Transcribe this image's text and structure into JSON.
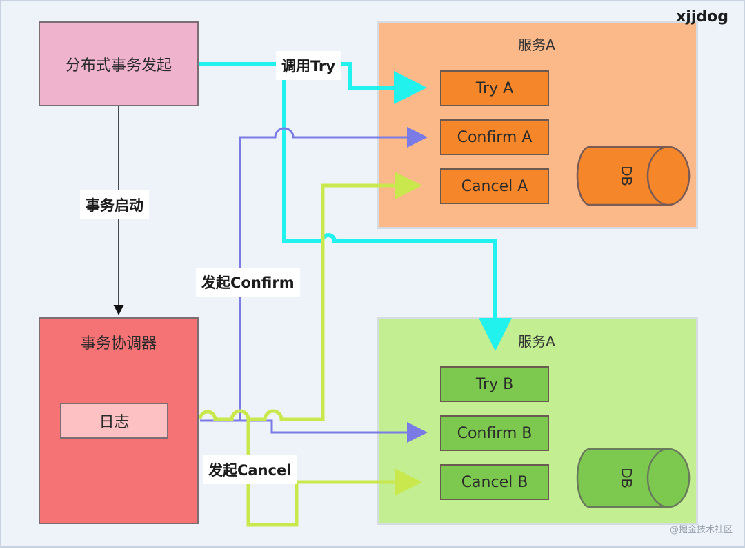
{
  "brand": "xjjdog",
  "watermark": "@掘金技术社区",
  "initiator": {
    "label": "分布式事务发起"
  },
  "coordinator": {
    "label": "事务协调器",
    "log_label": "日志"
  },
  "service_a": {
    "title": "服务A",
    "ops": {
      "try": "Try A",
      "confirm": "Confirm A",
      "cancel": "Cancel A"
    },
    "db": "DB"
  },
  "service_b": {
    "title": "服务A",
    "ops": {
      "try": "Try B",
      "confirm": "Confirm B",
      "cancel": "Cancel B"
    },
    "db": "DB"
  },
  "edge_labels": {
    "start": "事务启动",
    "call_try": "调用Try",
    "confirm": "发起Confirm",
    "cancel": "发起Cancel"
  },
  "colors": {
    "try_line": "#22f2ee",
    "confirm_line": "#7b7be6",
    "cancel_line": "#c8e84e",
    "service_a_bg": "#fbb98a",
    "service_a_op": "#f5862a",
    "service_b_bg": "#c3ee92",
    "service_b_op": "#7dc94f",
    "initiator_bg": "#efb3cd",
    "coordinator_bg": "#f57275",
    "log_bg": "#fdc1c4"
  }
}
